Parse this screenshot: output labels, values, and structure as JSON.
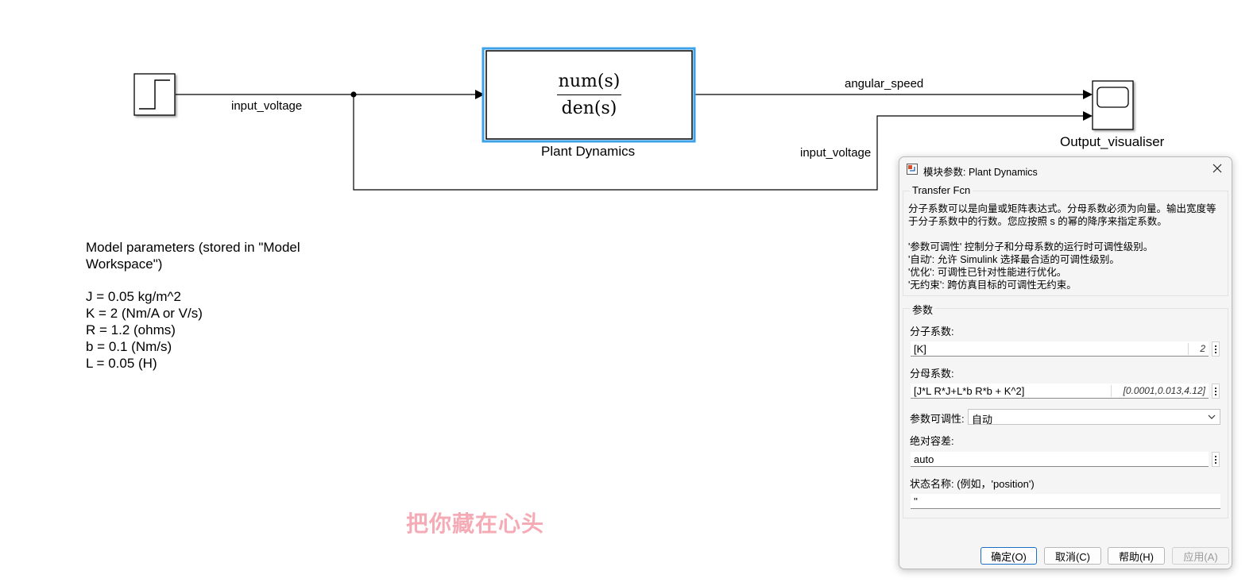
{
  "diagram": {
    "signals": {
      "input_left": "input_voltage",
      "output": "angular_speed",
      "input_feedback": "input_voltage"
    },
    "blocks": {
      "plant": {
        "numerator": "num(s)",
        "denominator": "den(s)",
        "name": "Plant Dynamics"
      },
      "scope": {
        "name": "Output_visualiser"
      }
    },
    "annotation": {
      "title": "Model parameters (stored in \"Model Workspace\")",
      "lines": [
        "J = 0.05 kg/m^2",
        "K = 2 (Nm/A or V/s)",
        "R = 1.2 (ohms)",
        "b = 0.1 (Nm/s)",
        "L = 0.05 (H)"
      ]
    },
    "selection_color": "#3da1e8"
  },
  "watermark": "把你藏在心头",
  "dialog": {
    "title": "模块参数: Plant Dynamics",
    "block_type": "Transfer Fcn",
    "description": {
      "para1": "分子系数可以是向量或矩阵表达式。分母系数必须为向量。输出宽度等于分子系数中的行数。您应按照 s 的幂的降序来指定系数。",
      "para2_lines": [
        "'参数可调性' 控制分子和分母系数的运行时可调性级别。",
        "'自动': 允许 Simulink 选择最合适的可调性级别。",
        "'优化': 可调性已针对性能进行优化。",
        "'无约束': 跨仿真目标的可调性无约束。"
      ]
    },
    "params_legend": "参数",
    "numerator": {
      "label": "分子系数:",
      "value": "[K]",
      "evaluated": "2"
    },
    "denominator": {
      "label": "分母系数:",
      "value": "[J*L R*J+L*b R*b + K^2]",
      "evaluated": "[0.0001,0.013,4.12]"
    },
    "tunability": {
      "label": "参数可调性:",
      "value": "自动"
    },
    "abs_tol": {
      "label": "绝对容差:",
      "value": "auto"
    },
    "state_name": {
      "label": "状态名称: (例如，'position')",
      "value": "''"
    },
    "buttons": {
      "ok": "确定(O)",
      "cancel": "取消(C)",
      "help": "帮助(H)",
      "apply": "应用(A)"
    },
    "primary_color": "#1a6fc4"
  }
}
